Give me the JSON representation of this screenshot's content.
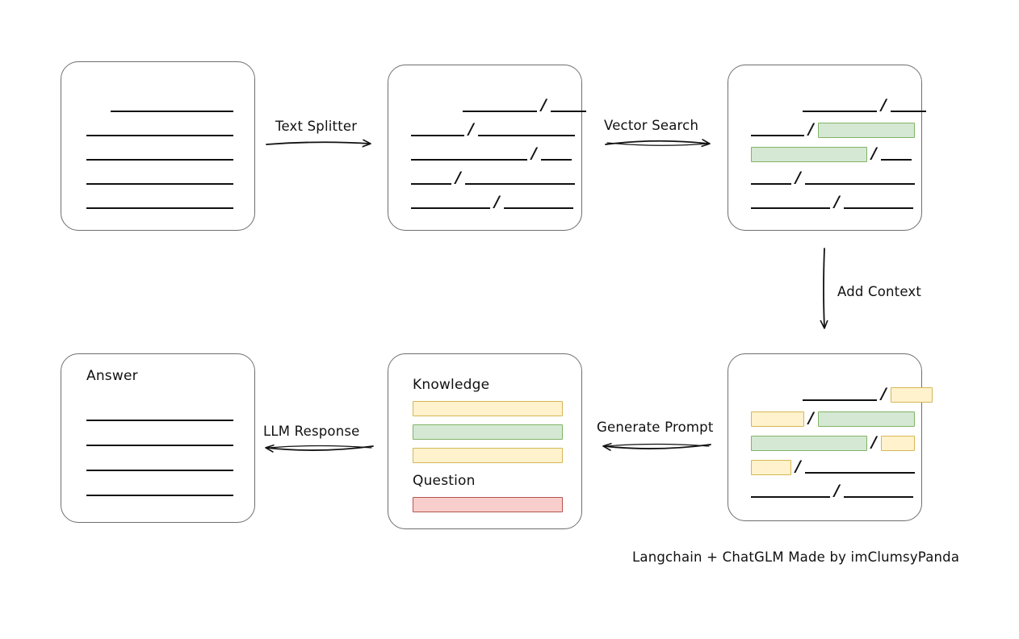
{
  "diagram": {
    "title_footer": "Langchain + ChatGLM Made by imClumsyPanda",
    "colors": {
      "green_fill": "#d5e8d4",
      "green_border": "#82b366",
      "yellow_fill": "#fff2cc",
      "yellow_border": "#d6b656",
      "red_fill": "#f8cecc",
      "red_border": "#b85450",
      "box_border": "#6e6e6e",
      "line": "#111111",
      "background": "#ffffff"
    },
    "arrows": [
      {
        "id": "text-splitter",
        "label": "Text Splitter",
        "direction": "right"
      },
      {
        "id": "vector-search",
        "label": "Vector Search",
        "direction": "right"
      },
      {
        "id": "add-context",
        "label": "Add Context",
        "direction": "down"
      },
      {
        "id": "generate-prompt",
        "label": "Generate Prompt",
        "direction": "left"
      },
      {
        "id": "llm-response",
        "label": "LLM Response",
        "direction": "left"
      }
    ],
    "boxes": {
      "source_document": {
        "name": "Source Document",
        "rows": [
          {
            "indent": 30,
            "segments": [
              {
                "type": "line",
                "width": 152
              }
            ]
          },
          {
            "indent": 0,
            "segments": [
              {
                "type": "line",
                "width": 182
              }
            ]
          },
          {
            "indent": 0,
            "segments": [
              {
                "type": "line",
                "width": 182
              }
            ]
          },
          {
            "indent": 0,
            "segments": [
              {
                "type": "line",
                "width": 182
              }
            ]
          },
          {
            "indent": 0,
            "segments": [
              {
                "type": "line",
                "width": 182
              }
            ]
          }
        ]
      },
      "split_document": {
        "name": "Split Document",
        "rows": [
          {
            "indent": 64,
            "segments": [
              {
                "type": "line",
                "width": 92
              },
              {
                "type": "slash"
              },
              {
                "type": "line",
                "width": 44
              }
            ]
          },
          {
            "indent": 0,
            "segments": [
              {
                "type": "line",
                "width": 66
              },
              {
                "type": "slash"
              },
              {
                "type": "line",
                "width": 120
              }
            ]
          },
          {
            "indent": 0,
            "segments": [
              {
                "type": "line",
                "width": 144
              },
              {
                "type": "slash"
              },
              {
                "type": "line",
                "width": 38
              }
            ]
          },
          {
            "indent": 0,
            "segments": [
              {
                "type": "line",
                "width": 50
              },
              {
                "type": "slash"
              },
              {
                "type": "line",
                "width": 136
              }
            ]
          },
          {
            "indent": 0,
            "segments": [
              {
                "type": "line",
                "width": 98
              },
              {
                "type": "slash"
              },
              {
                "type": "line",
                "width": 86
              }
            ]
          }
        ]
      },
      "matched_document": {
        "name": "Matched Document",
        "rows": [
          {
            "indent": 64,
            "segments": [
              {
                "type": "line",
                "width": 92
              },
              {
                "type": "slash"
              },
              {
                "type": "line",
                "width": 44
              }
            ]
          },
          {
            "indent": 0,
            "segments": [
              {
                "type": "line",
                "width": 66
              },
              {
                "type": "slash"
              },
              {
                "type": "box",
                "color": "green",
                "width": 120
              }
            ]
          },
          {
            "indent": 0,
            "segments": [
              {
                "type": "box",
                "color": "green",
                "width": 144
              },
              {
                "type": "slash"
              },
              {
                "type": "line",
                "width": 38
              }
            ]
          },
          {
            "indent": 0,
            "segments": [
              {
                "type": "line",
                "width": 50
              },
              {
                "type": "slash"
              },
              {
                "type": "line",
                "width": 136
              }
            ]
          },
          {
            "indent": 0,
            "segments": [
              {
                "type": "line",
                "width": 98
              },
              {
                "type": "slash"
              },
              {
                "type": "line",
                "width": 86
              }
            ]
          }
        ]
      },
      "context_document": {
        "name": "Context Document",
        "rows": [
          {
            "indent": 64,
            "segments": [
              {
                "type": "line",
                "width": 92
              },
              {
                "type": "slash"
              },
              {
                "type": "box",
                "color": "yellow",
                "width": 52
              }
            ]
          },
          {
            "indent": 0,
            "segments": [
              {
                "type": "box",
                "color": "yellow",
                "width": 66
              },
              {
                "type": "slash"
              },
              {
                "type": "box",
                "color": "green",
                "width": 120
              }
            ]
          },
          {
            "indent": 0,
            "segments": [
              {
                "type": "box",
                "color": "green",
                "width": 144
              },
              {
                "type": "slash"
              },
              {
                "type": "box",
                "color": "yellow",
                "width": 42
              }
            ]
          },
          {
            "indent": 0,
            "segments": [
              {
                "type": "box",
                "color": "yellow",
                "width": 50
              },
              {
                "type": "slash"
              },
              {
                "type": "line",
                "width": 136
              }
            ]
          },
          {
            "indent": 0,
            "segments": [
              {
                "type": "line",
                "width": 98
              },
              {
                "type": "slash"
              },
              {
                "type": "line",
                "width": 86
              }
            ]
          }
        ]
      },
      "prompt": {
        "name": "Prompt",
        "knowledge_label": "Knowledge",
        "question_label": "Question",
        "knowledge_bars": [
          {
            "color": "yellow",
            "width": 186
          },
          {
            "color": "green",
            "width": 186
          },
          {
            "color": "yellow",
            "width": 186
          }
        ],
        "question_bars": [
          {
            "color": "red",
            "width": 186
          }
        ]
      },
      "answer": {
        "name": "Answer",
        "label": "Answer",
        "rows": [
          {
            "indent": 0,
            "segments": [
              {
                "type": "line",
                "width": 182
              }
            ]
          },
          {
            "indent": 0,
            "segments": [
              {
                "type": "line",
                "width": 182
              }
            ]
          },
          {
            "indent": 0,
            "segments": [
              {
                "type": "line",
                "width": 182
              }
            ]
          },
          {
            "indent": 0,
            "segments": [
              {
                "type": "line",
                "width": 182
              }
            ]
          }
        ]
      }
    }
  }
}
